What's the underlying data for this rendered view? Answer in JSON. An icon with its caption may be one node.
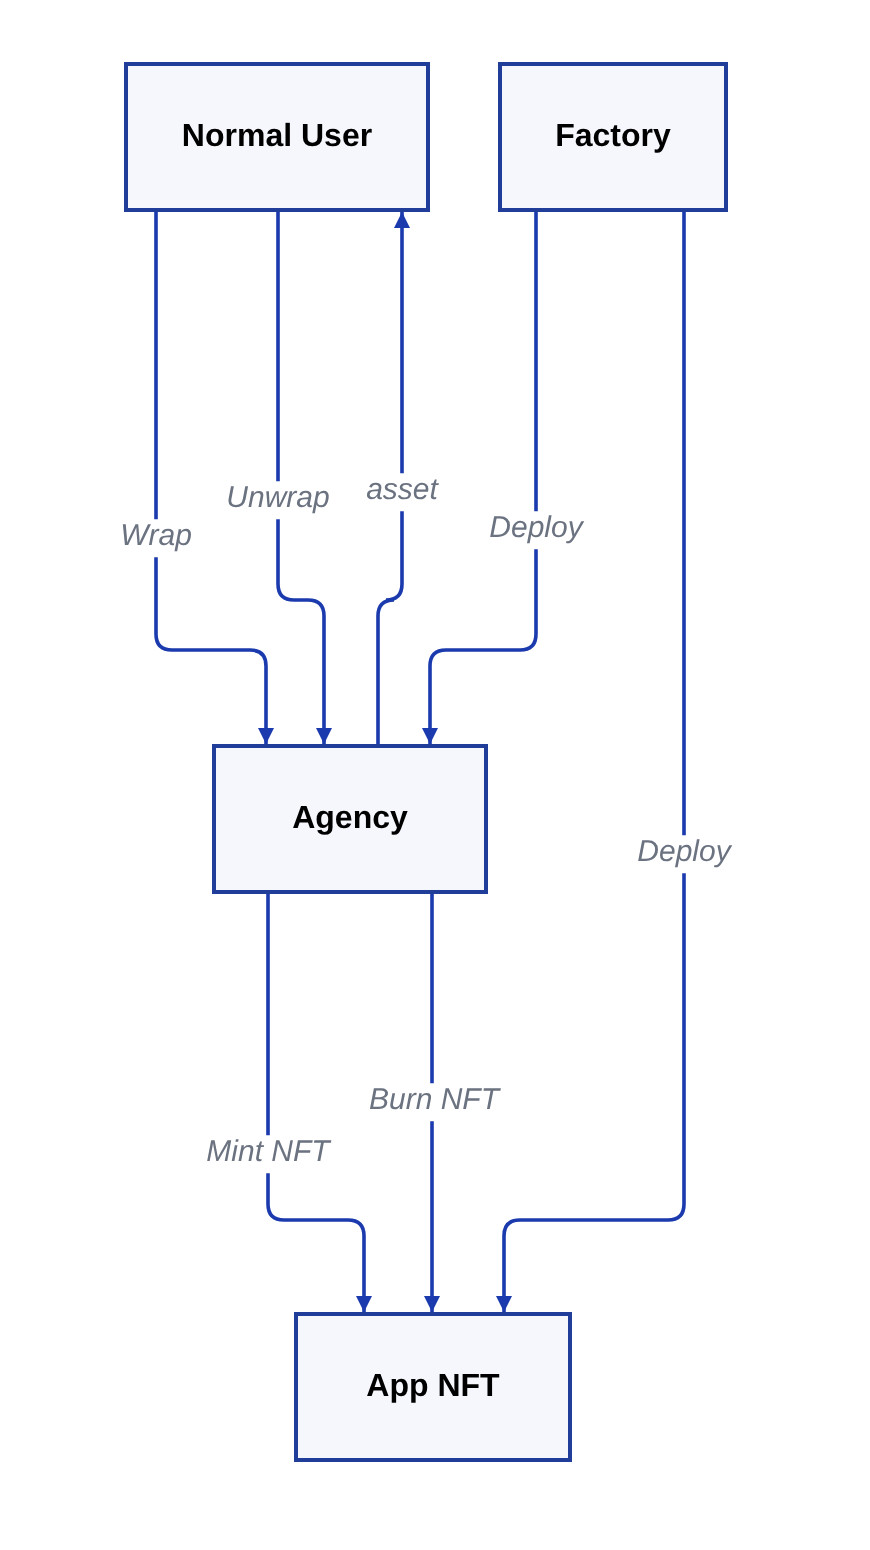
{
  "diagram": {
    "nodes": [
      {
        "text": [
          "Normal User"
        ]
      },
      {
        "text": [
          "Factory"
        ]
      },
      {
        "text": [
          "Agency"
        ]
      },
      {
        "text": [
          "App NFT"
        ]
      }
    ],
    "edges": [
      {
        "from": 0,
        "to": 2,
        "arrow": "to",
        "label": "Wrap"
      },
      {
        "from": 0,
        "to": 2,
        "arrow": "to",
        "label": "Unwrap"
      },
      {
        "from": 2,
        "to": 0,
        "arrow": "to",
        "label": "asset"
      },
      {
        "from": 1,
        "to": 2,
        "arrow": "to",
        "label": "Deploy"
      },
      {
        "from": 1,
        "to": 3,
        "arrow": "to",
        "label": "Deploy"
      },
      {
        "from": 2,
        "to": 3,
        "arrow": "to",
        "label": "Mint NFT"
      },
      {
        "from": 2,
        "to": 3,
        "arrow": "to",
        "label": "Burn NFT"
      }
    ]
  }
}
